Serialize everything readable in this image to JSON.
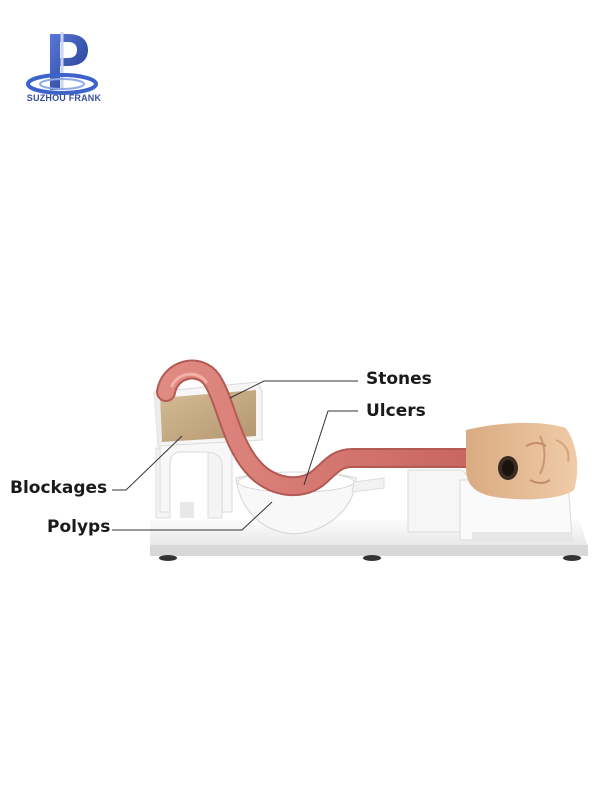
{
  "brand": {
    "name": "SUZHOU FRANK",
    "logo_icon": "ps-logo-icon",
    "color": "#3b4fa0"
  },
  "callouts": {
    "stones": "Stones",
    "ulcers": "Ulcers",
    "blockages": "Blockages",
    "polyps": "Polyps"
  },
  "model": {
    "tube_color": "#d9807a",
    "stone_box_color": "#c8ad86",
    "face_color": "#e3bd98",
    "base_color": "#ffffff"
  }
}
